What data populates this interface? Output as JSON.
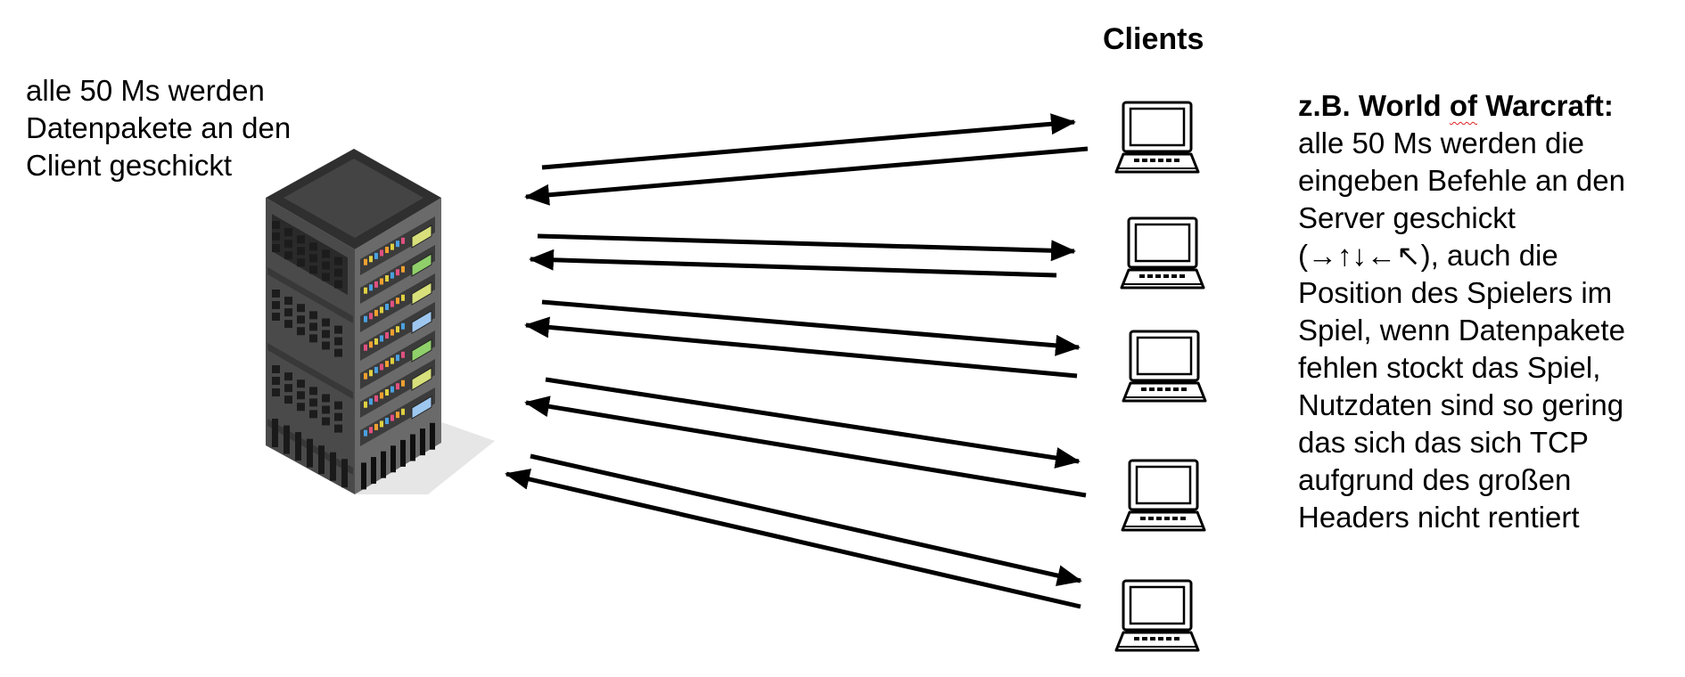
{
  "server_caption": [
    "alle 50 Ms werden",
    "Datenpakete an den",
    "Client geschickt"
  ],
  "clients_heading": "Clients",
  "info": {
    "title_pre": "z.B. World ",
    "title_mark": "of",
    "title_post": " Warcraft:",
    "lines": [
      "alle 50 Ms werden die",
      "eingeben Befehle an den",
      "Server geschickt",
      "(→↑↓←↖), auch die",
      "Position des Spielers im",
      "Spiel, wenn Datenpakete",
      "fehlen stockt das Spiel,",
      "Nutzdaten sind so gering",
      "das sich das sich TCP",
      "aufgrund des großen",
      "Headers nicht rentiert"
    ]
  },
  "icons": {
    "server": "server-rack-icon",
    "client": "laptop-icon"
  },
  "colors": {
    "arrow": "#000000",
    "server_body": "#555555",
    "server_top": "#3a3a3a",
    "server_side": "#6e6e6e"
  }
}
